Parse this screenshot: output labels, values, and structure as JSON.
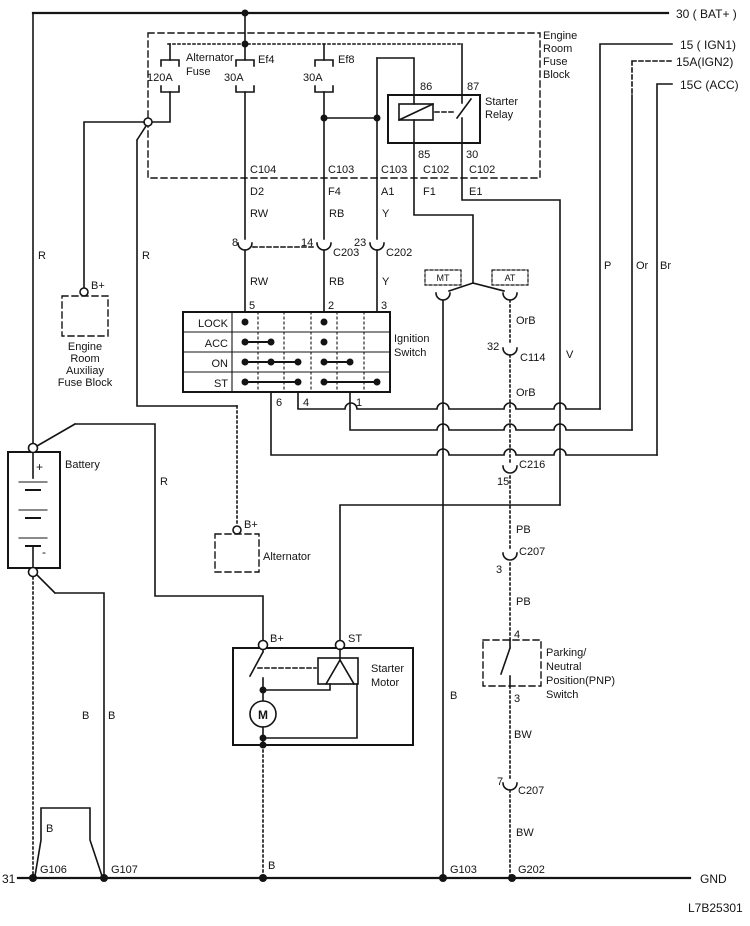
{
  "power_rails": {
    "bat": "30 ( BAT+ )",
    "ign1": "15 ( IGN1)",
    "ign2": "15A(IGN2)",
    "acc": "15C (ACC)",
    "ground_terminal": "31",
    "gnd": "GND"
  },
  "doc_number": "L7B25301",
  "engine_room_fuse_block": {
    "name": [
      "Engine",
      "Room",
      "Fuse",
      "Block"
    ],
    "alt_fuse_label1": "Alternator",
    "alt_fuse_label2": "Fuse",
    "alt_fuse_rating": "120A",
    "ef4_rating": "30A",
    "ef4_id": "Ef4",
    "ef8_rating": "30A",
    "ef8_id": "Ef8"
  },
  "starter_relay": {
    "name1": "Starter",
    "name2": "Relay",
    "pin86": "86",
    "pin87": "87",
    "pin85": "85",
    "pin30": "30"
  },
  "interface_connectors": [
    {
      "name": "C104",
      "pin": "D2"
    },
    {
      "name": "C103",
      "pin": "F4"
    },
    {
      "name": "C103",
      "pin": "A1"
    },
    {
      "name": "C102",
      "pin": "F1"
    },
    {
      "name": "C102",
      "pin": "E1"
    }
  ],
  "inline_connectors": {
    "c203": {
      "name": "C203",
      "pin_a": "8",
      "pin_b": "14"
    },
    "c202": {
      "name": "C202",
      "pin": "23"
    },
    "c114": {
      "name": "C114",
      "pin": "32"
    },
    "c216": {
      "name": "C216",
      "pin": "15"
    },
    "c207_upper": {
      "name": "C207",
      "pin": "3"
    },
    "c207_lower": {
      "name": "C207",
      "pin": "7"
    }
  },
  "wire_labels": {
    "r_battery": "R",
    "r_alternator": "R",
    "r_starter": "R",
    "rw_upper": "RW",
    "rw_lower": "RW",
    "rb_upper": "RB",
    "rb_lower": "RB",
    "y_upper": "Y",
    "y_lower": "Y",
    "p": "P",
    "or": "Or",
    "br": "Br",
    "v": "V",
    "orb_upper": "OrB",
    "orb_lower": "OrB",
    "pb_upper": "PB",
    "pb_lower": "PB",
    "bw_upper": "BW",
    "bw_lower": "BW",
    "b_mt": "B",
    "b_battery_left": "B",
    "b_battery_right": "B",
    "b_jumper": "B",
    "b_starter": "B"
  },
  "ignition_switch": {
    "name1": "Ignition",
    "name2": "Switch",
    "positions": [
      "LOCK",
      "ACC",
      "ON",
      "ST"
    ],
    "pins_top": [
      "5",
      "2",
      "3"
    ],
    "pins_bottom": [
      "6",
      "4",
      "1"
    ],
    "contact_bridges": {
      "LOCK": [],
      "ACC": [
        "5-6"
      ],
      "ON": [
        "5-6-4",
        "2-1"
      ],
      "ST": [
        "5-4",
        "2-3"
      ]
    }
  },
  "transmission": {
    "mt": "MT",
    "at": "AT"
  },
  "battery": {
    "name": "Battery",
    "plus": "+",
    "minus": "-"
  },
  "alternator": {
    "name": "Alternator",
    "terminal": "B+"
  },
  "aux_fuse_block": {
    "terminal": "B+",
    "name": [
      "Engine",
      "Room",
      "Auxiliay",
      "Fuse Block"
    ]
  },
  "starter_motor": {
    "name1": "Starter",
    "name2": "Motor",
    "terminal_b": "B+",
    "terminal_st": "ST",
    "motor": "M"
  },
  "pnp_switch": {
    "pin_in": "4",
    "pin_out": "3",
    "name": [
      "Parking/",
      "Neutral",
      "Position(PNP)",
      "Switch"
    ]
  },
  "grounds": {
    "g106": "G106",
    "g107": "G107",
    "g103": "G103",
    "g202": "G202"
  }
}
